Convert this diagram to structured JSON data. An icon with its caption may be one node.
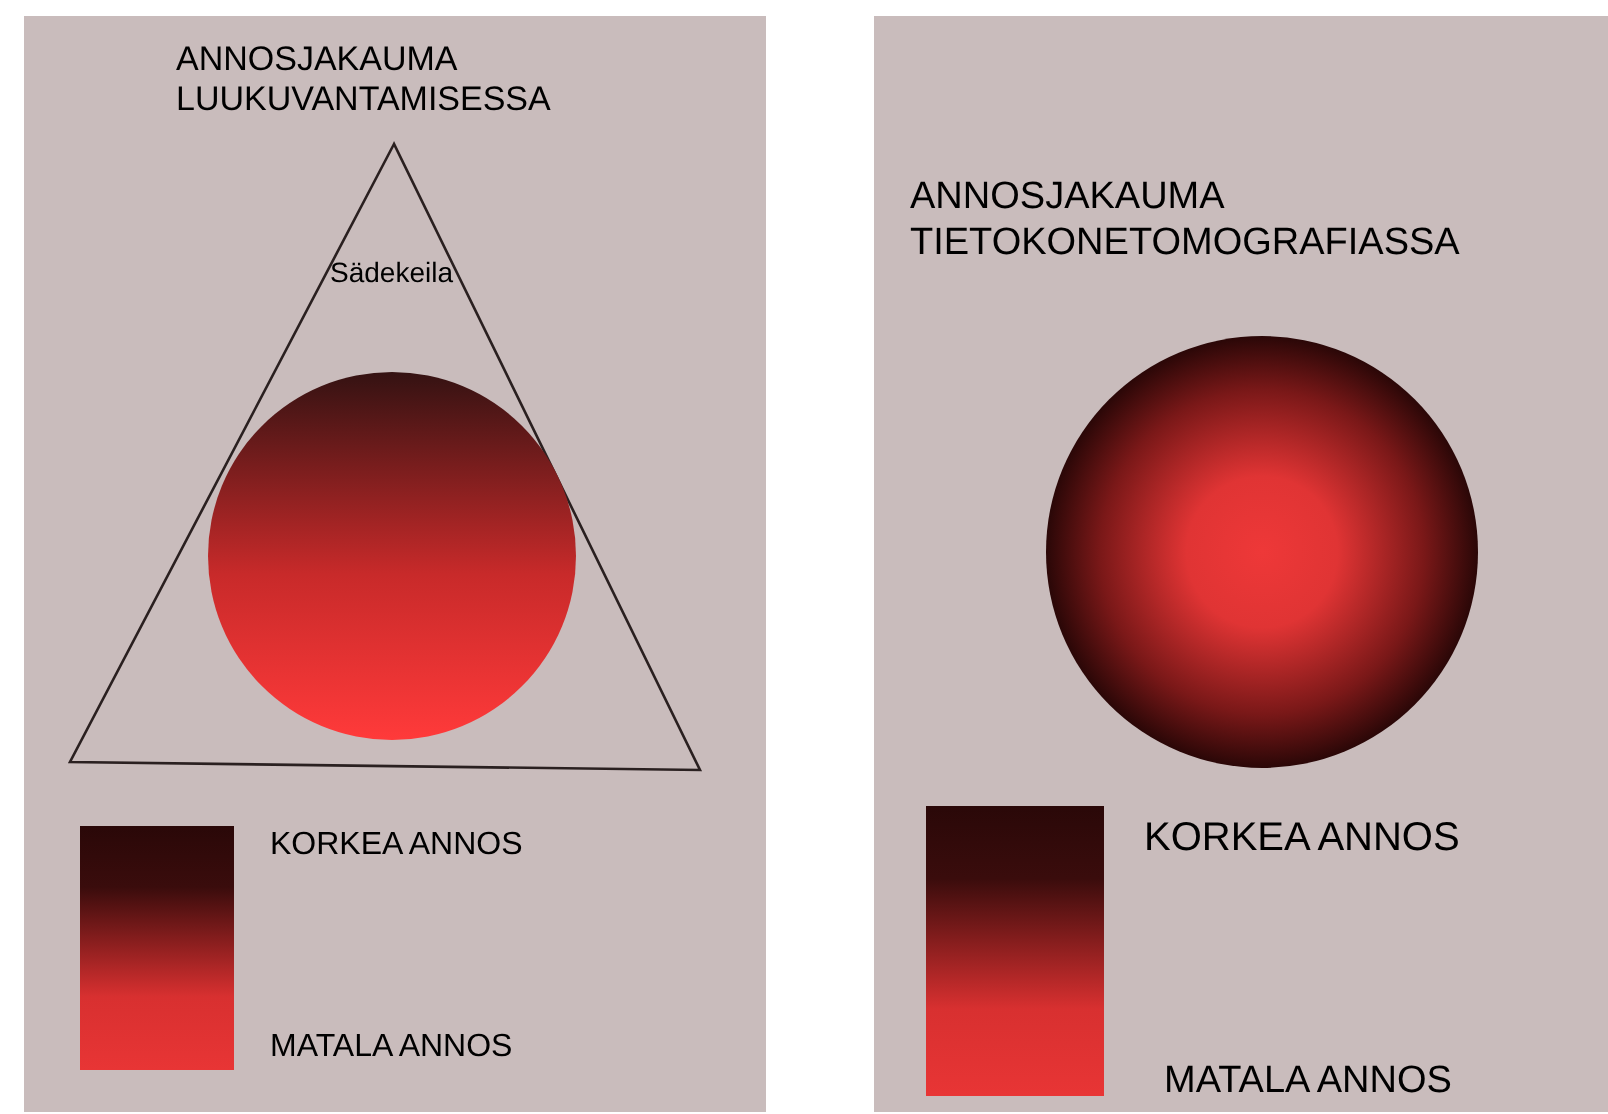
{
  "diagram": {
    "labels": [
      "ANNOSJAKAUMA LUUKUVANTAMISESSA",
      "Sädekeila",
      "KORKEA ANNOS",
      "MATALA ANNOS",
      "ANNOSJAKAUMA TIETOKONETOMOGRAFIASSA",
      "KORKEA ANNOS",
      "MATALA ANNOS"
    ]
  }
}
